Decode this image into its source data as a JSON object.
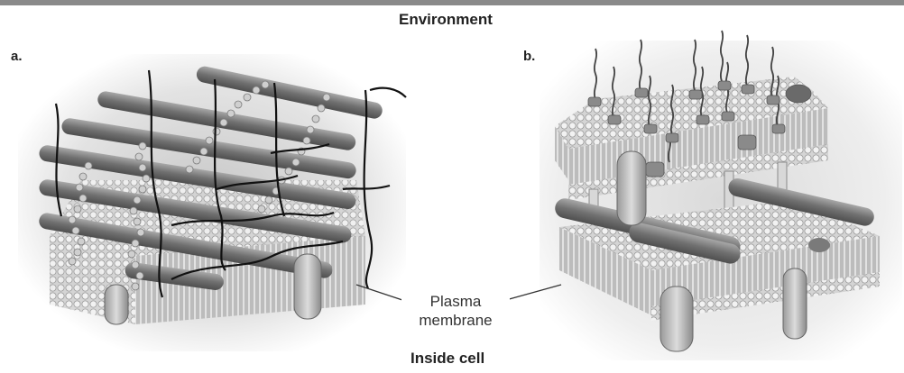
{
  "figure": {
    "top_label": "Environment",
    "bottom_label": "Inside cell",
    "panel_a_label": "a.",
    "panel_b_label": "b.",
    "callout_label_line1": "Plasma",
    "callout_label_line2": "membrane"
  },
  "colors": {
    "background": "#ffffff",
    "membrane": "#c9c9c9",
    "rods": "#7a7a7a",
    "fibers": "#111111",
    "glow": "#cfcfcf"
  }
}
